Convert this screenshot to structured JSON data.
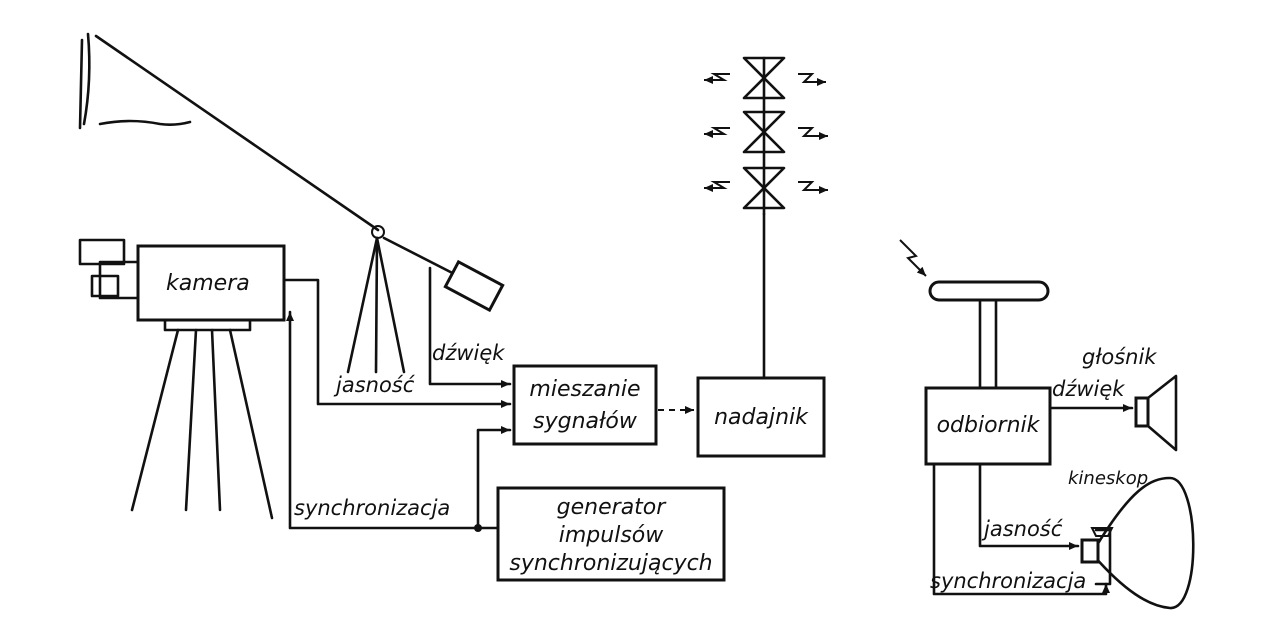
{
  "blocks": {
    "camera": "kamera",
    "mixer_line1": "mieszanie",
    "mixer_line2": "sygnałów",
    "transmitter": "nadajnik",
    "generator_line1": "generator",
    "generator_line2": "impulsów",
    "generator_line3": "synchronizujących",
    "receiver": "odbiornik"
  },
  "signals": {
    "sound_tx": "dźwięk",
    "brightness_tx": "jasność",
    "sync_tx": "synchronizacja",
    "sound_rx": "dźwięk",
    "brightness_rx": "jasność",
    "sync_rx": "synchronizacja"
  },
  "devices": {
    "speaker": "głośnik",
    "picture_tube": "kineskop"
  }
}
